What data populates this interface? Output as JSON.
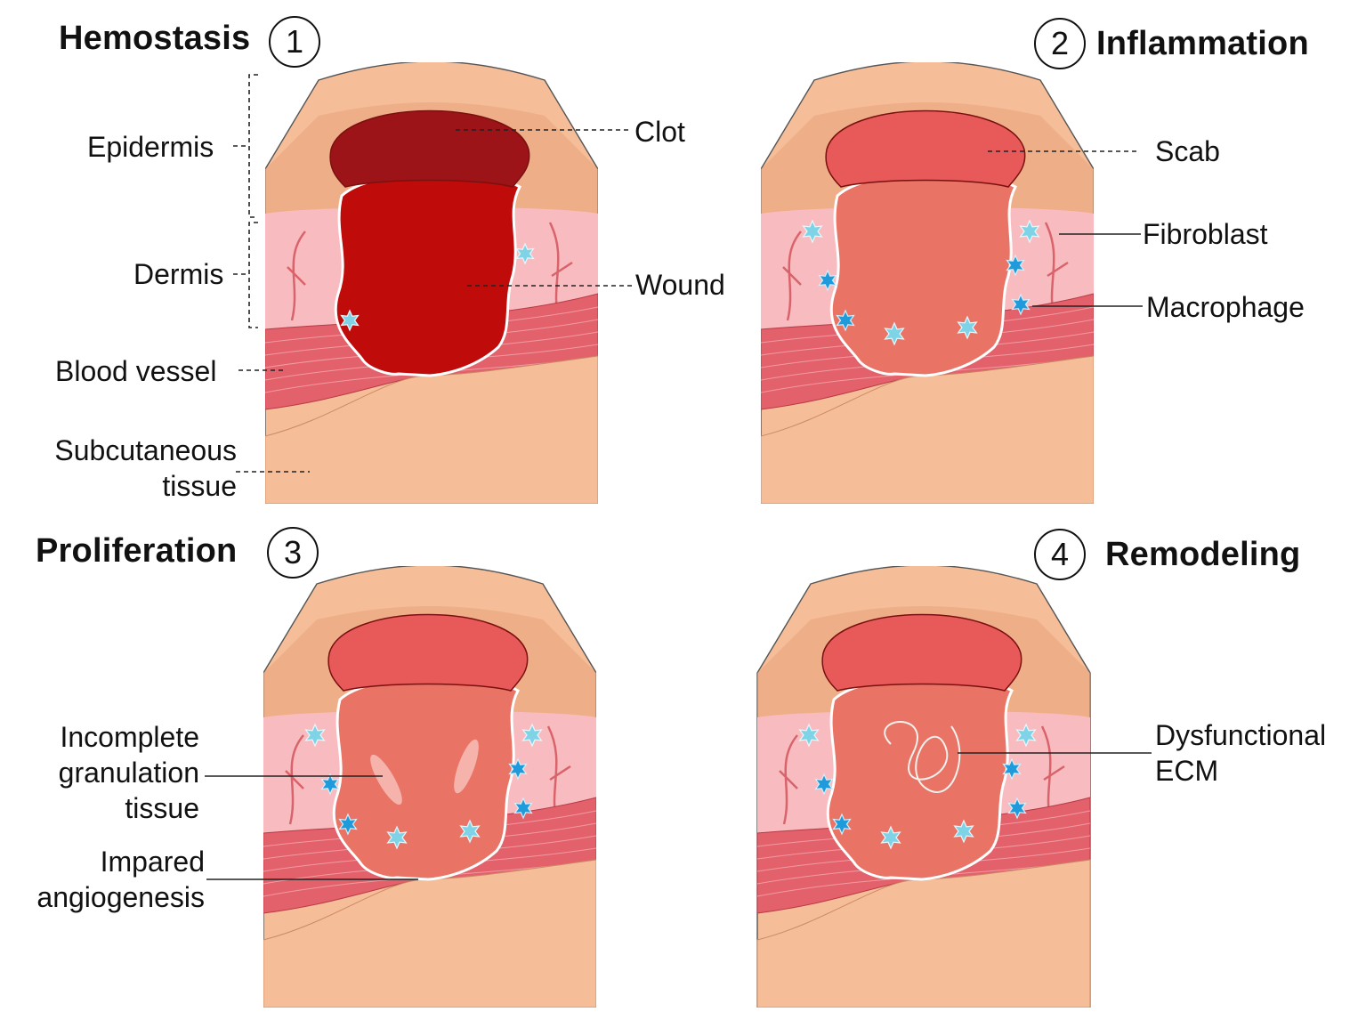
{
  "panels": [
    {
      "title": "Hemostasis",
      "number": "1"
    },
    {
      "title": "Inflammation",
      "number": "2"
    },
    {
      "title": "Proliferation",
      "number": "3"
    },
    {
      "title": "Remodeling",
      "number": "4"
    }
  ],
  "labels": {
    "epidermis": "Epidermis",
    "dermis": "Dermis",
    "blood_vessel": "Blood vessel",
    "subcutaneous_1": "Subcutaneous",
    "subcutaneous_2": "tissue",
    "clot": "Clot",
    "wound": "Wound",
    "scab": "Scab",
    "fibroblast": "Fibroblast",
    "macrophage": "Macrophage",
    "incomplete_1": "Incomplete",
    "incomplete_2": "granulation",
    "incomplete_3": "tissue",
    "impared_1": "Impared",
    "impared_2": "angiogenesis",
    "dysfunctional_1": "Dysfunctional",
    "dysfunctional_2": "ECM"
  },
  "colors": {
    "skin_outer": "#f6be98",
    "skin_dark": "#e8a27c",
    "dermis": "#f8bcc0",
    "muscle": "#e2616b",
    "clot": "#9c1418",
    "wound_blood": "#c00b0b",
    "scab": "#e85a5a",
    "healing_tissue": "#e97466",
    "fibroblast": "#7fd3e6",
    "macrophage": "#1f9bdc"
  }
}
